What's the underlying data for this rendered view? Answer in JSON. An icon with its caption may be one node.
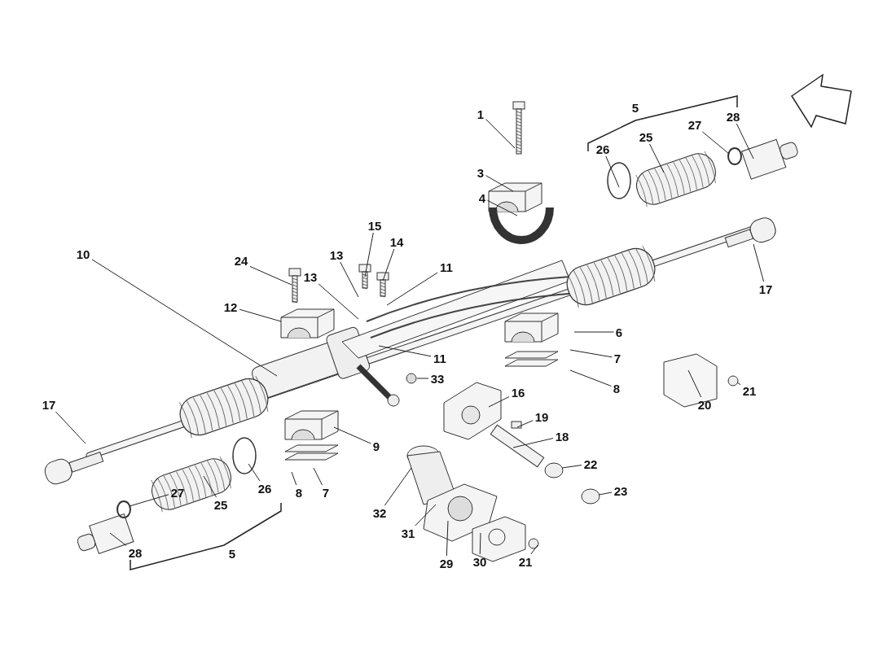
{
  "diagram": {
    "nodes": [
      {
        "text": [
          "1"
        ]
      },
      {
        "text": [
          "5"
        ]
      },
      {
        "text": [
          "28"
        ]
      },
      {
        "text": [
          "27"
        ]
      },
      {
        "text": [
          "25"
        ]
      },
      {
        "text": [
          "26"
        ]
      },
      {
        "text": [
          "3"
        ]
      },
      {
        "text": [
          "4"
        ]
      },
      {
        "text": [
          "15"
        ]
      },
      {
        "text": [
          "14"
        ]
      },
      {
        "text": [
          "13"
        ]
      },
      {
        "text": [
          "10"
        ]
      },
      {
        "text": [
          "24"
        ]
      },
      {
        "text": [
          "11"
        ]
      },
      {
        "text": [
          "13"
        ]
      },
      {
        "text": [
          "17"
        ]
      },
      {
        "text": [
          "12"
        ]
      },
      {
        "text": [
          "6"
        ]
      },
      {
        "text": [
          "7"
        ]
      },
      {
        "text": [
          "11"
        ]
      },
      {
        "text": [
          "33"
        ]
      },
      {
        "text": [
          "8"
        ]
      },
      {
        "text": [
          "21"
        ]
      },
      {
        "text": [
          "16"
        ]
      },
      {
        "text": [
          "20"
        ]
      },
      {
        "text": [
          "17"
        ]
      },
      {
        "text": [
          "19"
        ]
      },
      {
        "text": [
          "18"
        ]
      },
      {
        "text": [
          "9"
        ]
      },
      {
        "text": [
          "22"
        ]
      },
      {
        "text": [
          "26"
        ]
      },
      {
        "text": [
          "8"
        ]
      },
      {
        "text": [
          "7"
        ]
      },
      {
        "text": [
          "27"
        ]
      },
      {
        "text": [
          "23"
        ]
      },
      {
        "text": [
          "25"
        ]
      },
      {
        "text": [
          "32"
        ]
      },
      {
        "text": [
          "31"
        ]
      },
      {
        "text": [
          "28"
        ]
      },
      {
        "text": [
          "5"
        ]
      },
      {
        "text": [
          "29"
        ]
      },
      {
        "text": [
          "30"
        ]
      },
      {
        "text": [
          "21"
        ]
      },
      {
        "text": [],
        "shape": "ring"
      },
      {
        "text": [],
        "shape": "bolt"
      },
      {
        "text": [],
        "shape": "ring"
      }
    ],
    "edges": [
      {
        "from": 0,
        "to": null,
        "arrow": "none"
      },
      {
        "from": 2,
        "to": null,
        "arrow": "none"
      },
      {
        "from": 3,
        "to": 43,
        "arrow": "none"
      },
      {
        "from": 4,
        "to": null,
        "arrow": "none"
      },
      {
        "from": 5,
        "to": null,
        "arrow": "none"
      },
      {
        "from": 6,
        "to": null,
        "arrow": "none"
      },
      {
        "from": 7,
        "to": null,
        "arrow": "none"
      },
      {
        "from": 8,
        "to": null,
        "arrow": "none"
      },
      {
        "from": 9,
        "to": null,
        "arrow": "none"
      },
      {
        "from": 10,
        "to": null,
        "arrow": "none"
      },
      {
        "from": 11,
        "to": null,
        "arrow": "none"
      },
      {
        "from": 12,
        "to": 44,
        "arrow": "none"
      },
      {
        "from": 13,
        "to": null,
        "arrow": "none"
      },
      {
        "from": 14,
        "to": null,
        "arrow": "none"
      },
      {
        "from": 15,
        "to": null,
        "arrow": "none"
      },
      {
        "from": 16,
        "to": null,
        "arrow": "none"
      },
      {
        "from": 17,
        "to": null,
        "arrow": "none"
      },
      {
        "from": 18,
        "to": null,
        "arrow": "none"
      },
      {
        "from": 19,
        "to": null,
        "arrow": "none"
      },
      {
        "from": 20,
        "to": null,
        "arrow": "none"
      },
      {
        "from": 21,
        "to": null,
        "arrow": "none"
      },
      {
        "from": 22,
        "to": null,
        "arrow": "none"
      },
      {
        "from": 23,
        "to": null,
        "arrow": "none"
      },
      {
        "from": 24,
        "to": null,
        "arrow": "none"
      },
      {
        "from": 25,
        "to": null,
        "arrow": "none"
      },
      {
        "from": 26,
        "to": null,
        "arrow": "none"
      },
      {
        "from": 27,
        "to": null,
        "arrow": "none"
      },
      {
        "from": 28,
        "to": null,
        "arrow": "none"
      },
      {
        "from": 29,
        "to": null,
        "arrow": "none"
      },
      {
        "from": 30,
        "to": null,
        "arrow": "none"
      },
      {
        "from": 31,
        "to": null,
        "arrow": "none"
      },
      {
        "from": 32,
        "to": null,
        "arrow": "none"
      },
      {
        "from": 33,
        "to": 45,
        "arrow": "none"
      },
      {
        "from": 34,
        "to": null,
        "arrow": "none"
      },
      {
        "from": 35,
        "to": null,
        "arrow": "none"
      },
      {
        "from": 36,
        "to": null,
        "arrow": "none"
      },
      {
        "from": 37,
        "to": null,
        "arrow": "none"
      },
      {
        "from": 38,
        "to": null,
        "arrow": "none"
      },
      {
        "from": 40,
        "to": null,
        "arrow": "none"
      },
      {
        "from": 41,
        "to": null,
        "arrow": "none"
      },
      {
        "from": 42,
        "to": null,
        "arrow": "none"
      }
    ]
  }
}
